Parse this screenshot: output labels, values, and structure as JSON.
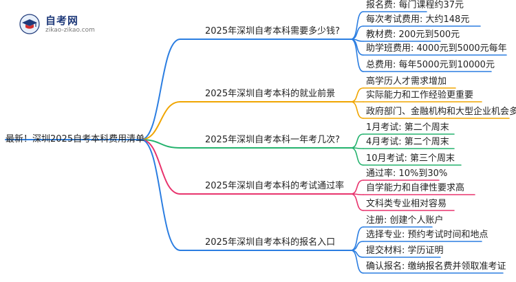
{
  "logo": {
    "title": "自考网",
    "url": "zikao-zikao.com"
  },
  "root": "最新！深圳2025自考本科费用清单",
  "branches": [
    {
      "label": "2025年深圳自考本科需要多少钱?",
      "color": "#2a7de1",
      "children": [
        "报名费: 每门课程约37元",
        "每次考试费用: 大约148元",
        "教材费: 200元到500元",
        "助学班费用: 4000元到5000元每年",
        "总费用: 每年5000元到10000元"
      ]
    },
    {
      "label": "2025年深圳自考本科的就业前景",
      "color": "#f0a500",
      "children": [
        "高学历人才需求增加",
        "实际能力和工作经验更重要",
        "政府部门、金融机构和大型企业机会多"
      ]
    },
    {
      "label": "2025年深圳自考本科一年考几次?",
      "color": "#23b26d",
      "children": [
        "1月考试: 第二个周末",
        "4月考试: 第二个周末",
        "10月考试: 第三个周末"
      ]
    },
    {
      "label": "2025年深圳自考本科的考试通过率",
      "color": "#e8336d",
      "children": [
        "通过率: 10%到30%",
        "自学能力和自律性要求高",
        "文科类专业相对容易"
      ]
    },
    {
      "label": "2025年深圳自考本科的报名入口",
      "color": "#2a7de1",
      "children": [
        "注册: 创建个人账户",
        "选择专业: 预约考试时间和地点",
        "提交材料: 学历证明",
        "确认报名: 缴纳报名费并领取准考证"
      ]
    }
  ]
}
